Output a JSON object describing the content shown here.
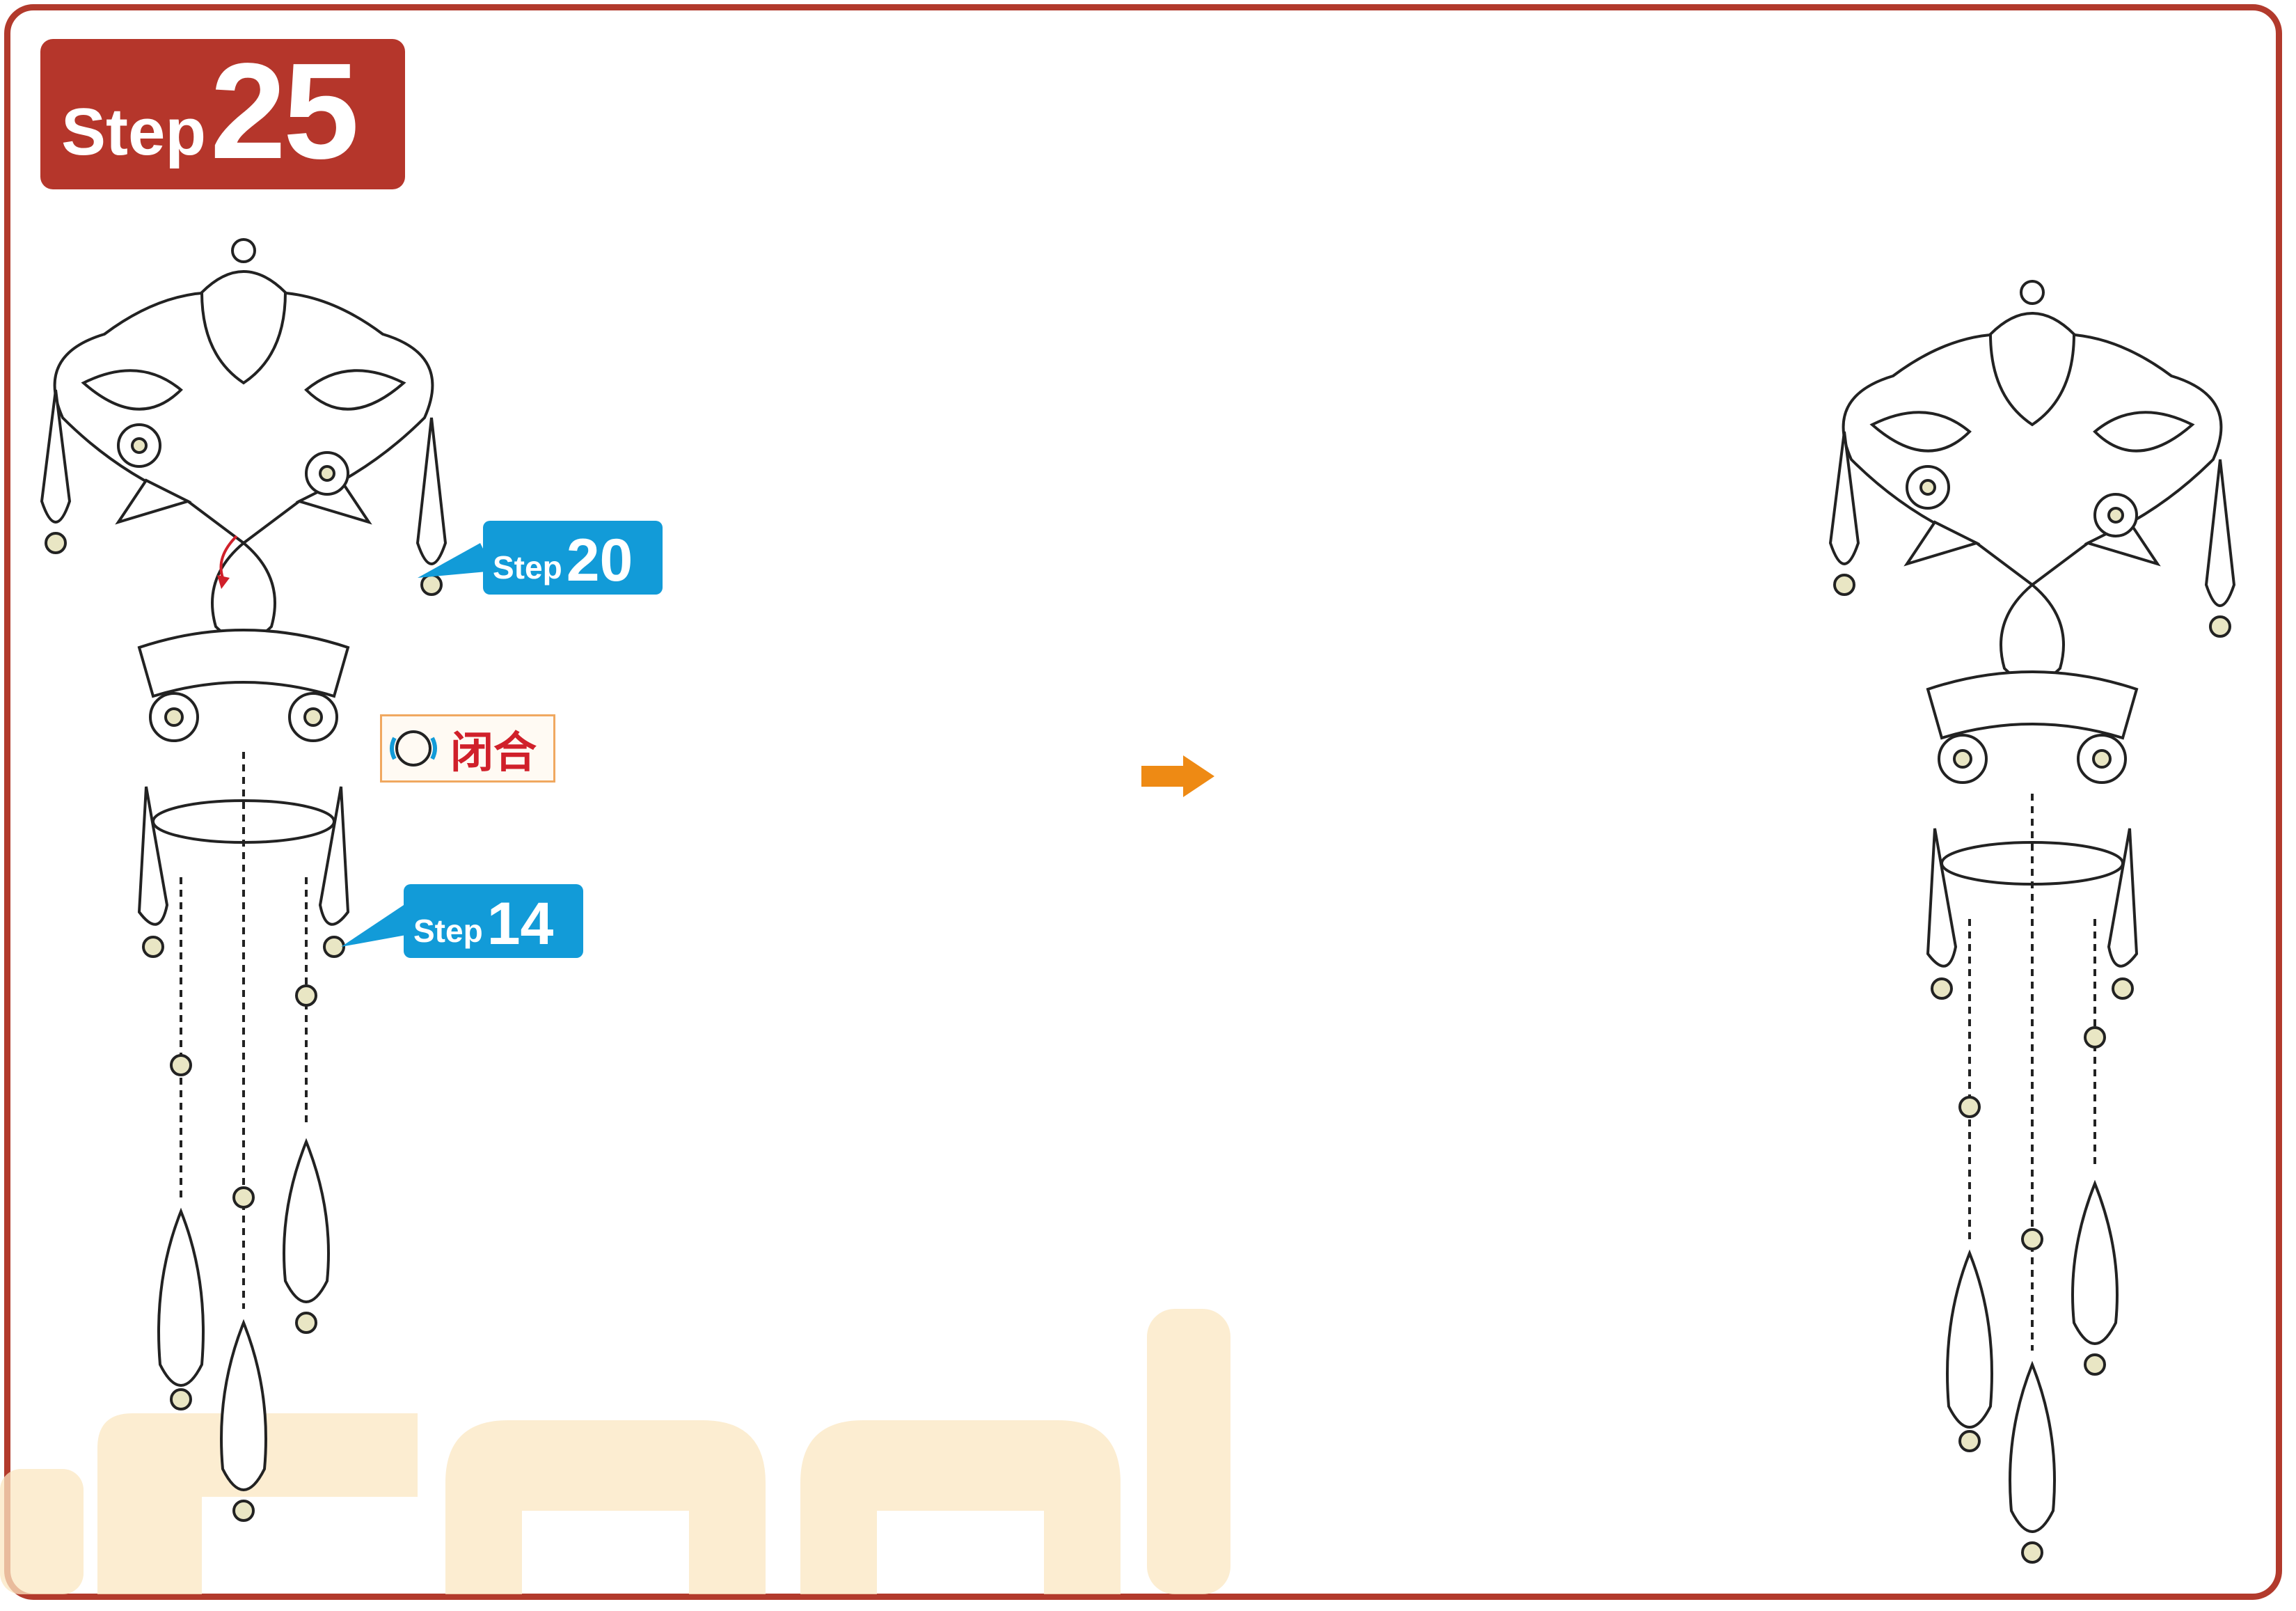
{
  "step": {
    "word": "Step",
    "number": "25"
  },
  "callouts": [
    {
      "word": "Step",
      "number": "20"
    },
    {
      "word": "Step",
      "number": "14"
    }
  ],
  "close_tag": {
    "label": "闭合",
    "icon": "jump-ring-close-icon"
  },
  "arrow": {
    "icon": "right-arrow-icon",
    "color": "#ee8a14"
  },
  "colors": {
    "frame": "#b23a2c",
    "badge": "#b5362b",
    "callout": "#129bd8",
    "bead": "#e9e6c4",
    "watermark": "#f7deb0"
  }
}
